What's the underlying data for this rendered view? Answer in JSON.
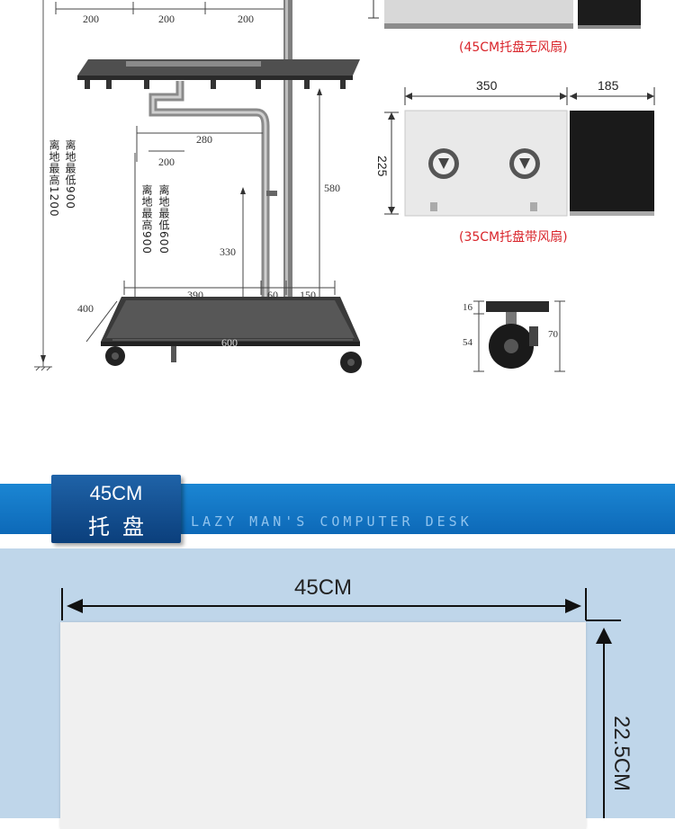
{
  "diagram": {
    "top_dims": [
      "200",
      "200",
      "200"
    ],
    "dim_280": "280",
    "dim_200": "200",
    "dim_580": "580",
    "dim_330": "330",
    "bottom_dims": [
      "390",
      "60",
      "150"
    ],
    "dim_400": "400",
    "dim_600": "600",
    "label_min_900": "离地最低900",
    "label_max_1200": "离地最高1200",
    "label_min_600": "离地最低600",
    "label_max_900": "离地最高900"
  },
  "tray_45": {
    "caption": "(45CM托盘无风扇)"
  },
  "tray_35": {
    "width": "350",
    "pad_width": "185",
    "height": "225",
    "caption": "(35CM托盘带风扇)"
  },
  "caster": {
    "dim_16": "16",
    "dim_54": "54",
    "dim_70": "70"
  },
  "section": {
    "badge_line1": "45CM",
    "badge_line2": "托盘",
    "tagline": "LAZY MAN'S COMPUTER DESK"
  },
  "tray_photo": {
    "width_label": "45CM",
    "height_label": "22.5CM"
  },
  "colors": {
    "banner": "#0d69b8",
    "caption_red": "#d9252b",
    "tray_bg": "#bfd6ea"
  }
}
